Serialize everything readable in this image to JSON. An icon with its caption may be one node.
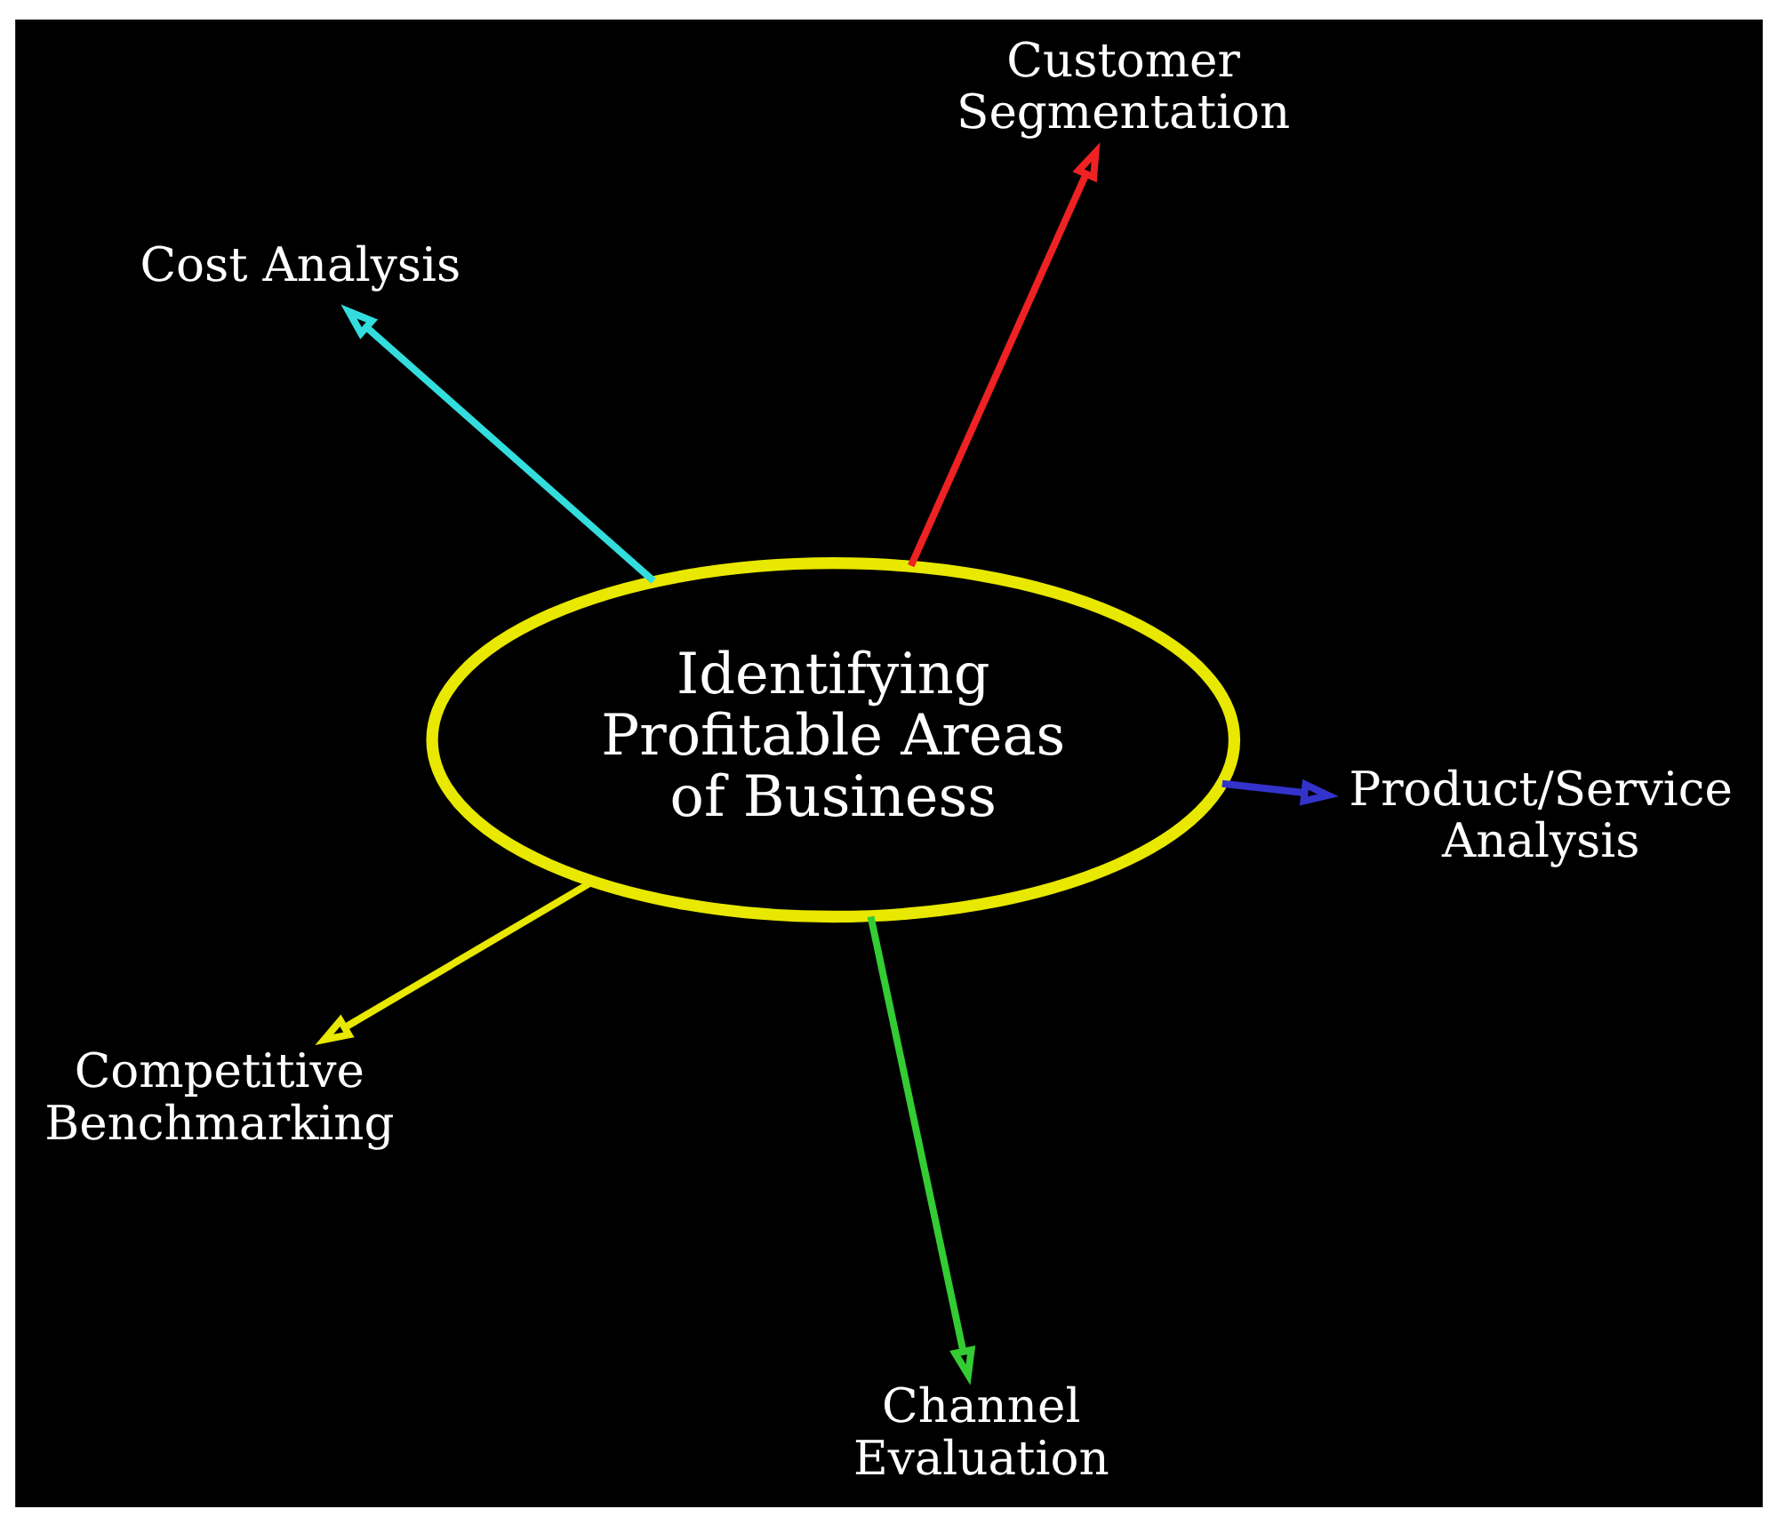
{
  "diagram": {
    "nodes": [
      {
        "text": [
          "Cost Analysis"
        ]
      },
      {
        "text": [
          "Product/Service Analysis"
        ]
      },
      {
        "text": [
          "Channel Evaluation"
        ]
      },
      {
        "text": [
          "Identifying Profitable Areas of Business"
        ]
      },
      {
        "text": [
          "Customer Segmentation"
        ]
      },
      {
        "text": [
          "Competitive Benchmarking"
        ]
      }
    ],
    "edges": [
      {
        "from": 3,
        "to": 0,
        "arrow": "to",
        "color": "#33dddd"
      },
      {
        "from": 3,
        "to": 1,
        "arrow": "to",
        "color": "#3333cc"
      },
      {
        "from": 3,
        "to": 2,
        "arrow": "to",
        "color": "#33cc33"
      },
      {
        "from": 3,
        "to": 4,
        "arrow": "to",
        "color": "#ee2222"
      },
      {
        "from": 3,
        "to": 5,
        "arrow": "to",
        "color": "#e8e800"
      }
    ]
  }
}
